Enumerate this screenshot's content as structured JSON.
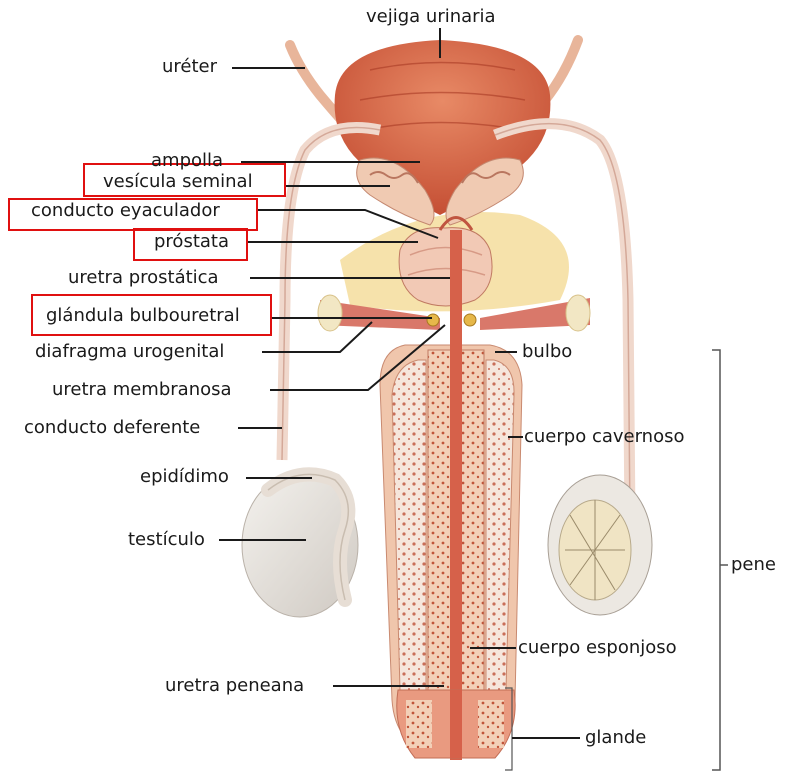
{
  "labels": {
    "vejiga_urinaria": "vejiga urinaria",
    "ureter": "uréter",
    "ampolla": "ampolla",
    "vesicula_seminal": "vesícula seminal",
    "conducto_eyaculador": "conducto eyaculador",
    "prostata": "próstata",
    "uretra_prostatica": "uretra prostática",
    "glandula_bulbouretral": "glándula bulbouretral",
    "diafragma_urogenital": "diafragma urogenital",
    "bulbo": "bulbo",
    "uretra_membranosa": "uretra membranosa",
    "conducto_deferente": "conducto deferente",
    "cuerpo_cavernoso": "cuerpo cavernoso",
    "epididimo": "epidídimo",
    "testiculo": "testículo",
    "pene": "pene",
    "cuerpo_esponjoso": "cuerpo esponjoso",
    "uretra_peneana": "uretra peneana",
    "glande": "glande"
  },
  "colors": {
    "bladder": "#d9694a",
    "tissue_light": "#f2c4a8",
    "tissue_dark": "#c8553a",
    "fat": "#f5dd9c",
    "highlight": "#e01010",
    "leader": "#1a1a1a"
  }
}
